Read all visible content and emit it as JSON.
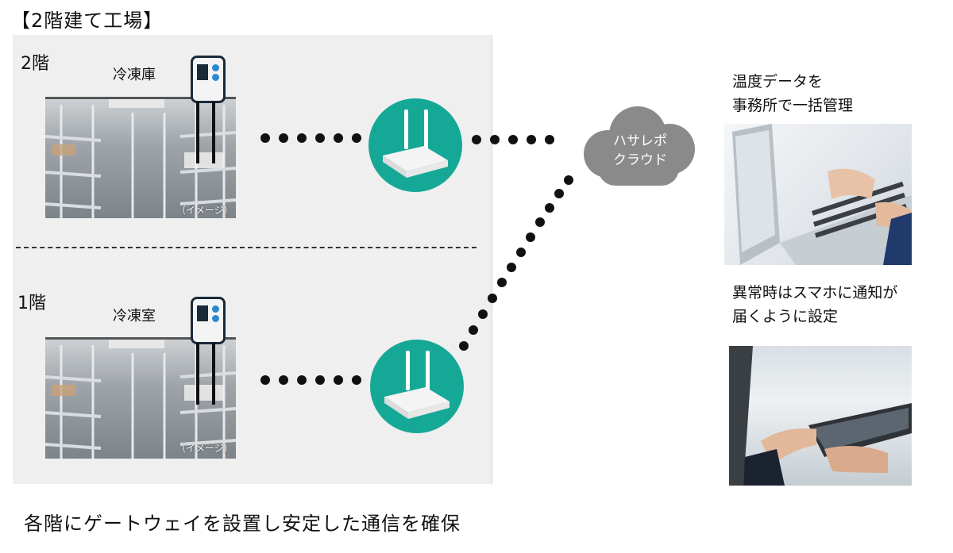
{
  "title": "【2階建て工場】",
  "floors": [
    {
      "floor_label": "2階",
      "room_label": "冷凍庫",
      "image_caption": "（イメージ）"
    },
    {
      "floor_label": "1階",
      "room_label": "冷凍室",
      "image_caption": "（イメージ）"
    }
  ],
  "cloud": {
    "line1": "ハサレポ",
    "line2": "クラウド"
  },
  "office": {
    "line1": "温度データを",
    "line2": "事務所で一括管理"
  },
  "alert": {
    "line1": "異常時はスマホに通知が",
    "line2": "届くように設定"
  },
  "bottom_caption": "各階にゲートウェイを設置し安定した通信を確保",
  "colors": {
    "gateway": "#16a896",
    "cloud": "#8a8a8a",
    "factory_bg": "#efefef"
  }
}
